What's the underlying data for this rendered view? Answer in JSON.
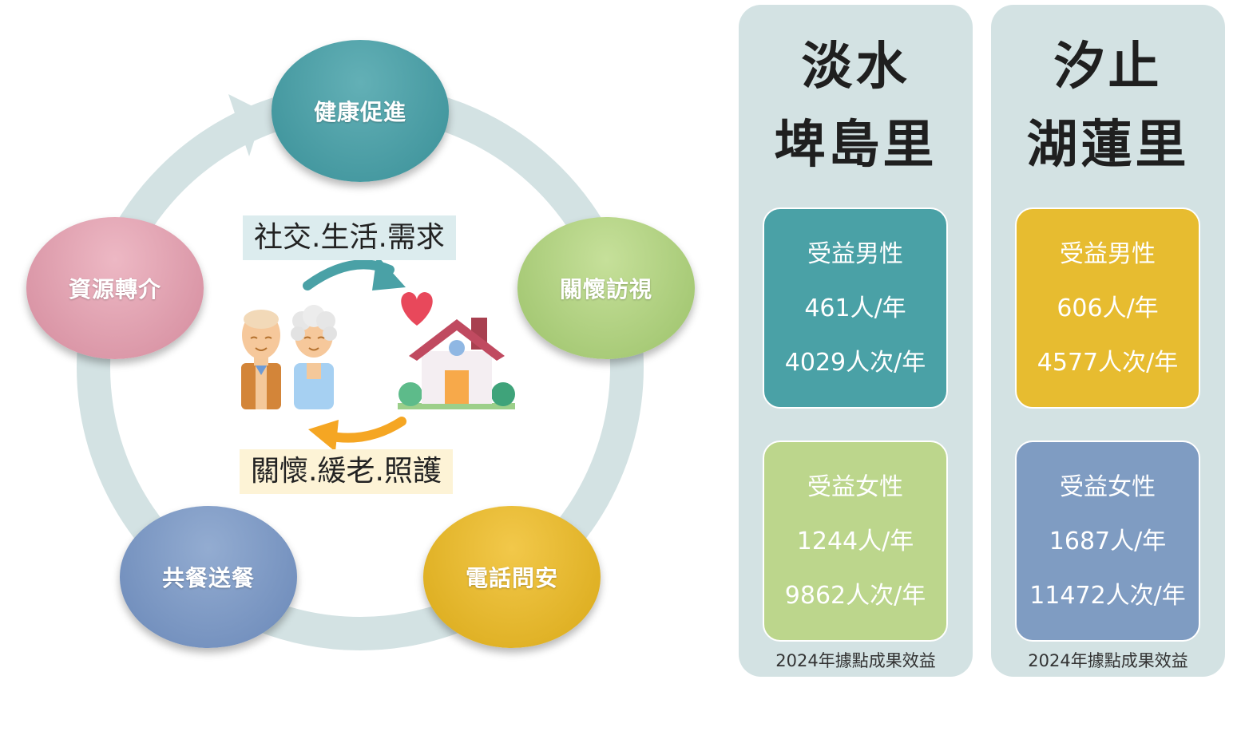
{
  "cycle": {
    "nodes": {
      "health": "健康促進",
      "visit": "關懷訪視",
      "phone": "電話問安",
      "meal": "共餐送餐",
      "referral": "資源轉介"
    },
    "center_top": "社交.生活.需求",
    "center_bottom": "關懷.緩老.照護"
  },
  "panels": [
    {
      "place_line1": "淡水",
      "place_line2": "埤島里",
      "male": {
        "title": "受益男性",
        "people": "461人/年",
        "visits": "4029人次/年"
      },
      "female": {
        "title": "受益女性",
        "people": "1244人/年",
        "visits": "9862人次/年"
      },
      "footnote": "2024年據點成果效益"
    },
    {
      "place_line1": "汐止",
      "place_line2": "湖蓮里",
      "male": {
        "title": "受益男性",
        "people": "606人/年",
        "visits": "4577人次/年"
      },
      "female": {
        "title": "受益女性",
        "people": "1687人/年",
        "visits": "11472人次/年"
      },
      "footnote": "2024年據點成果效益"
    }
  ],
  "colors": {
    "ring": "#d3e2e3",
    "health": "#4aa1a6",
    "visit": "#a9cc78",
    "phone": "#e8b72a",
    "meal": "#7e9ac4",
    "referral": "#dfa1b0",
    "arrow_teal": "#4aa1a6",
    "arrow_orange": "#f5a623"
  }
}
